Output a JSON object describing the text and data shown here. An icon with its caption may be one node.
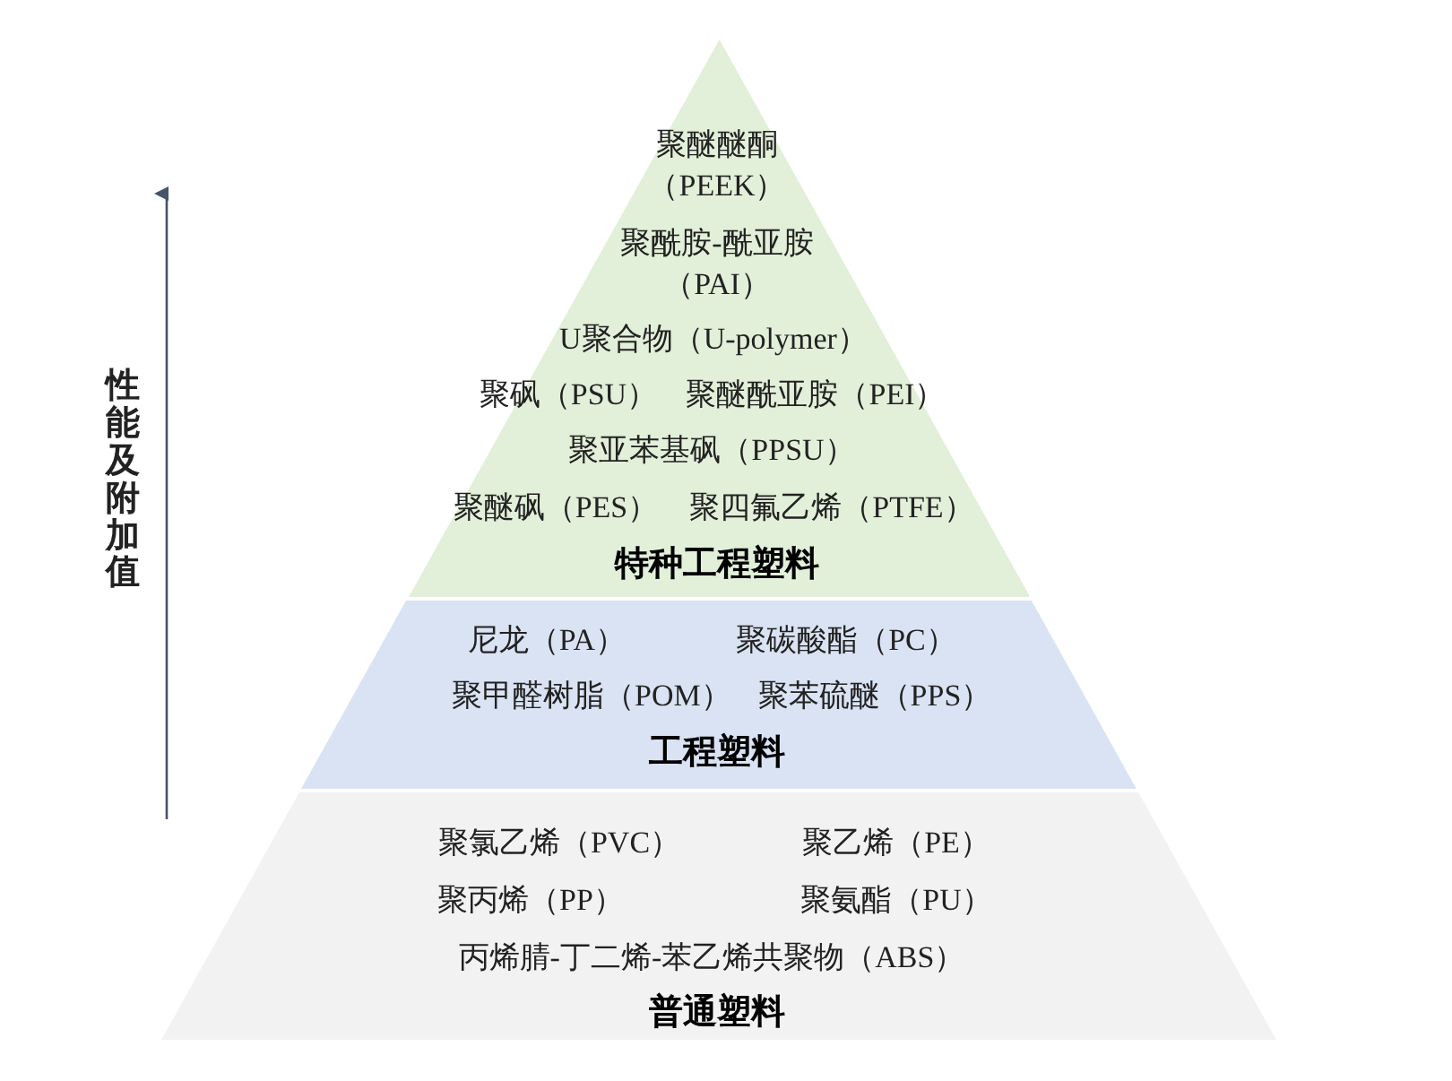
{
  "diagram": {
    "nodes": [
      {
        "text": [
          "聚醚醚酮（PEEK）",
          "聚酰胺-酰亚胺（PAI）",
          "U聚合物（U-polymer）",
          "聚砜（PSU）",
          "聚醚酰亚胺（PEI）",
          "聚亚苯基砜（PPSU）",
          "聚醚砜（PES）",
          "聚四氟乙烯（PTFE）",
          "特种工程塑料"
        ]
      },
      {
        "text": [
          "尼龙（PA）",
          "聚碳酸酯（PC）",
          "聚甲醛树脂（POM）",
          "聚苯硫醚（PPS）",
          "工程塑料"
        ]
      },
      {
        "text": [
          "聚氯乙烯（PVC）",
          "聚乙烯（PE）",
          "聚丙烯（PP）",
          "聚氨酯（PU）",
          "丙烯腈-丁二烯-苯乙烯共聚物（ABS）",
          "普通塑料"
        ]
      }
    ],
    "edges": [],
    "labels": [
      "性能及附加值"
    ]
  }
}
